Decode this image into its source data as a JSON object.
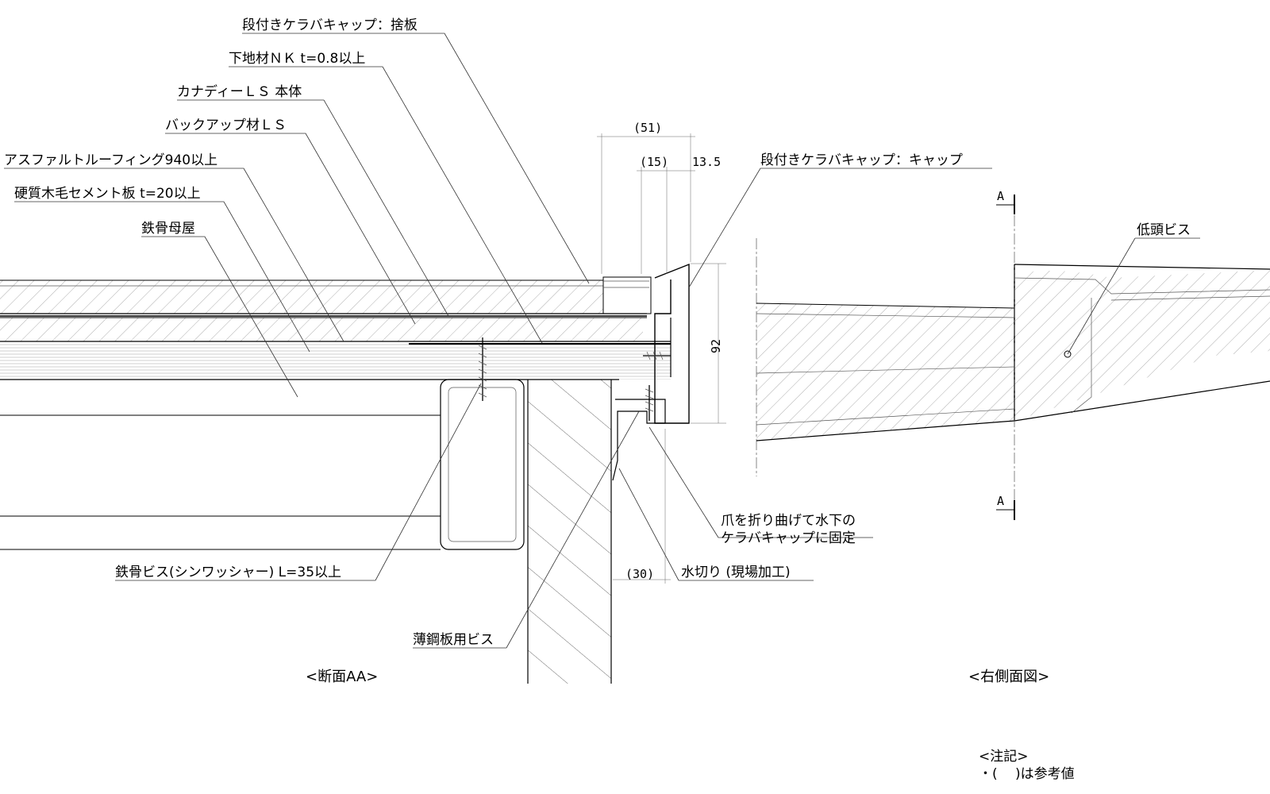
{
  "labels": {
    "step_cap_plate": "段付きケラバキャップ：捨板",
    "underlay_nk": "下地材ＮＫ t=0.8以上",
    "canady_body": "カナディーＬＳ 本体",
    "backup_ls": "バックアップ材ＬＳ",
    "asphalt": "アスファルトルーフィング940以上",
    "cement_board": "硬質木毛セメント板 t=20以上",
    "steel_purlin": "鉄骨母屋",
    "step_cap_cap": "段付きケラバキャップ：キャップ",
    "claw_line1": "爪を折り曲げて水下の",
    "claw_line2": "ケラバキャップに固定",
    "steel_screw": "鉄骨ビス(シンワッシャー) L=35以上",
    "drip": "水切り (現場加工)",
    "thin_plate_screw": "薄鋼板用ビス",
    "low_head_screw": "低頭ビス"
  },
  "dimensions": {
    "d51": "(51)",
    "d15": "(15)",
    "d13_5": "13.5",
    "d92": "92",
    "d30": "(30)"
  },
  "section_marks": {
    "top": "A",
    "bottom": "A"
  },
  "captions": {
    "section": "<断面AA>",
    "side": "<右側面図>"
  },
  "notes": {
    "title": "<注記>",
    "line1": "・(　 )は参考値"
  }
}
